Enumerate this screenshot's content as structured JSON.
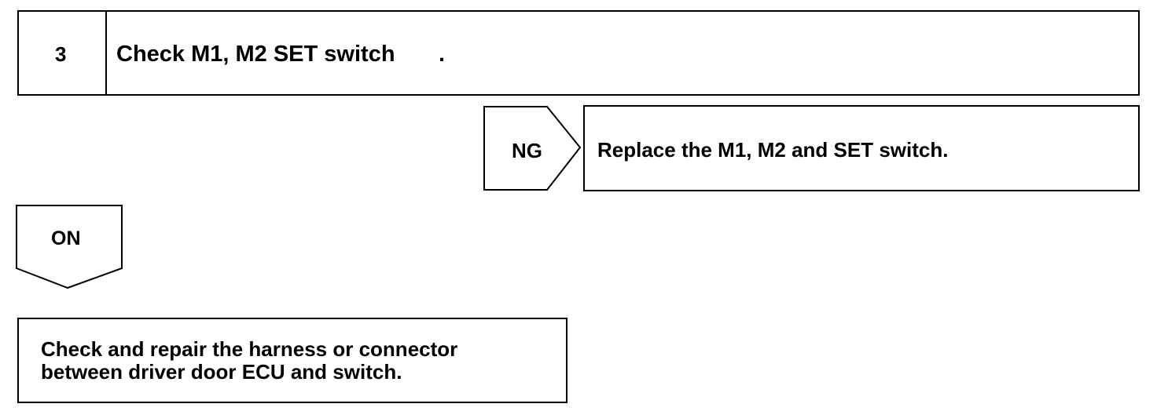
{
  "step": {
    "number": "3",
    "title": "Check M1, M2 SET switch",
    "title_dot": "."
  },
  "ng_branch": {
    "label": "NG",
    "action": "Replace the M1, M2 and SET switch."
  },
  "ok_branch": {
    "label": "ON",
    "action_line1": "Check and repair the harness or connector",
    "action_line2": "between driver door ECU and switch."
  }
}
